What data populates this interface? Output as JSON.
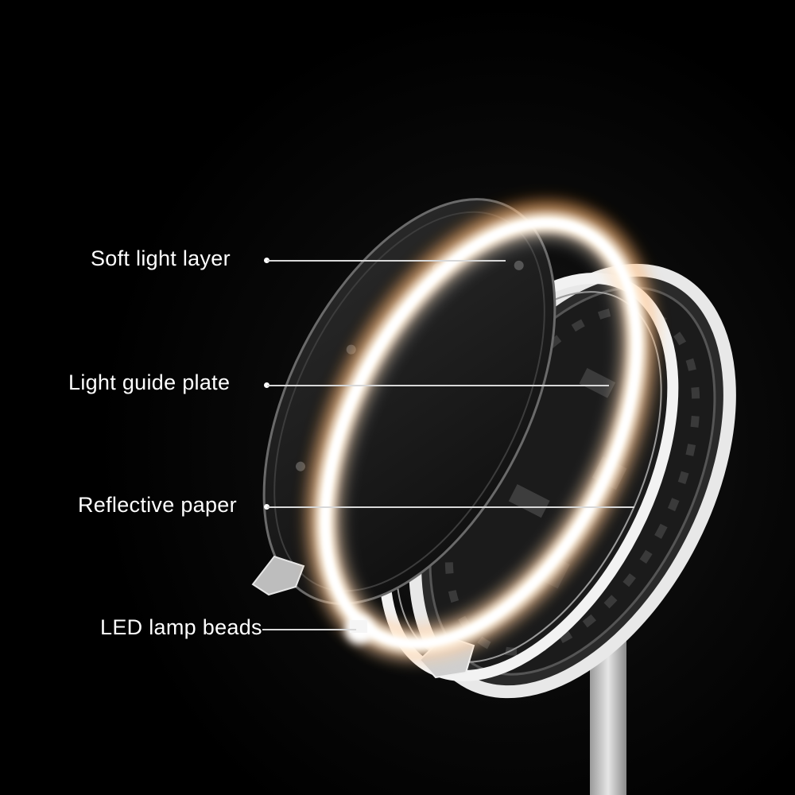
{
  "colors": {
    "background": "#000000",
    "ring_glow": "#ffffff",
    "warm_glow": "#ff9a2e",
    "label_text": "#ffffff",
    "housing": "#e8e8e8"
  },
  "labels": {
    "soft_light_layer": "Soft light layer",
    "light_guide_plate": "Light guide plate",
    "reflective_paper": "Reflective paper",
    "led_lamp_beads": "LED lamp beads"
  }
}
